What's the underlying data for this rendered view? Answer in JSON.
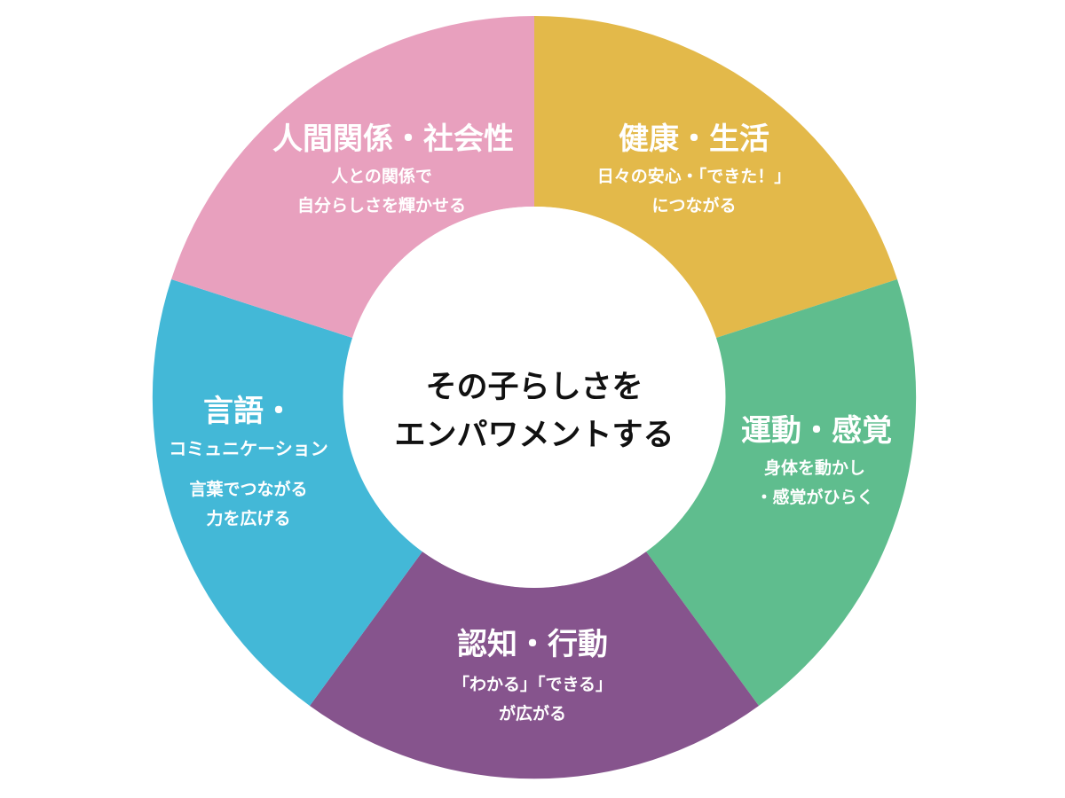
{
  "center": {
    "line1": "その子らしさを",
    "line2": "エンパワメントする",
    "color": "#ffffff"
  },
  "segments": [
    {
      "id": "health",
      "title": "健康・生活",
      "desc1": "日々の安心・「できた！」",
      "desc2": "につながる",
      "color": "#E3B94A"
    },
    {
      "id": "motor",
      "title": "運動・感覚",
      "desc1": "身体を動かし",
      "desc2": "・感覚がひらく",
      "color": "#5FBD8E"
    },
    {
      "id": "cognition",
      "title": "認知・行動",
      "desc1": "「わかる」「できる」",
      "desc2": "が広がる",
      "color": "#86548D"
    },
    {
      "id": "language",
      "title": "言語・",
      "title2": "コミュニケーション",
      "desc1": "言葉でつながる",
      "desc2": "力を広げる",
      "color": "#43B8D7"
    },
    {
      "id": "social",
      "title": "人間関係・社会性",
      "desc1": "人との関係で",
      "desc2": "自分らしさを輝かせる",
      "color": "#E8A0BE"
    }
  ]
}
